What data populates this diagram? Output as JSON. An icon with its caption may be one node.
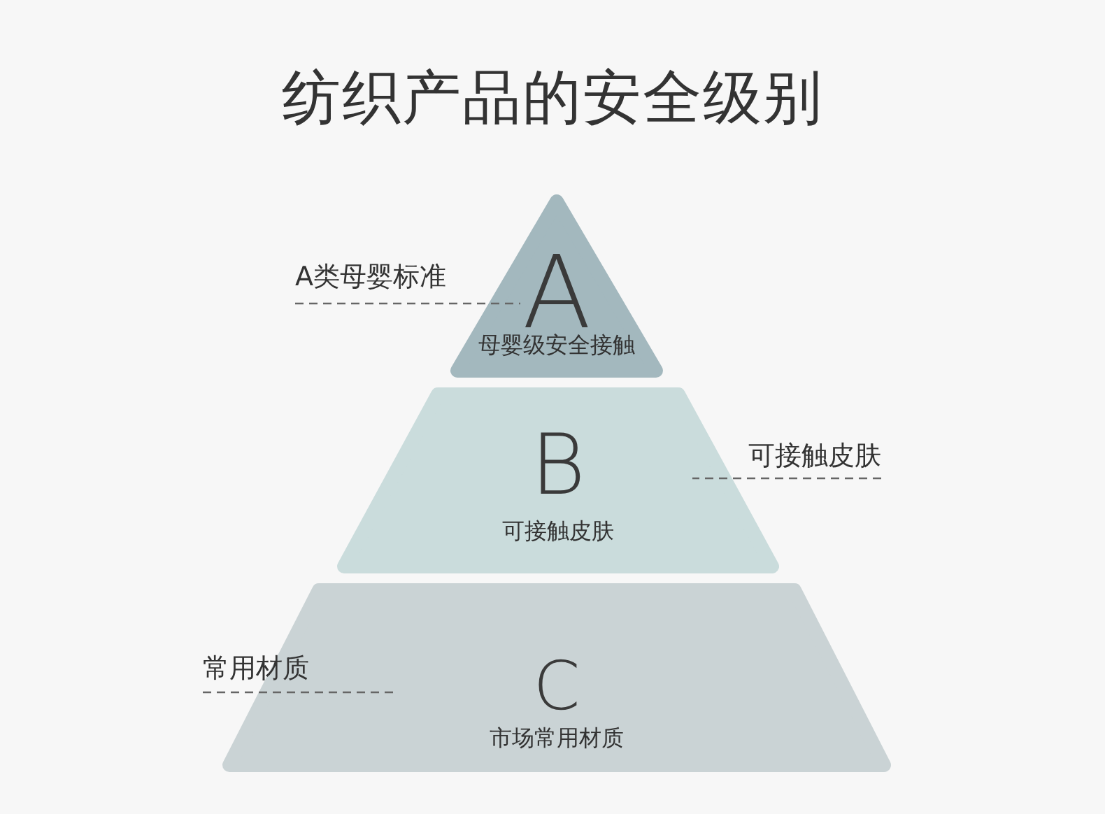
{
  "diagram": {
    "title": "纺织产品的安全级别",
    "nodes": [
      {
        "text": [
          "A",
          "母婴级安全接触"
        ]
      },
      {
        "text": [
          "A类母婴标准"
        ]
      },
      {
        "text": [
          "B",
          "可接触皮肤"
        ]
      },
      {
        "text": [
          "可接触皮肤"
        ]
      },
      {
        "text": [
          "C",
          "市场常用材质"
        ]
      },
      {
        "text": [
          "常用材质"
        ]
      }
    ],
    "edges": [
      {
        "from": 1,
        "to": 0,
        "arrow": "none",
        "style": "dashed"
      },
      {
        "from": 3,
        "to": 2,
        "arrow": "none",
        "style": "dashed"
      },
      {
        "from": 5,
        "to": 4,
        "arrow": "none",
        "style": "dashed"
      }
    ]
  }
}
